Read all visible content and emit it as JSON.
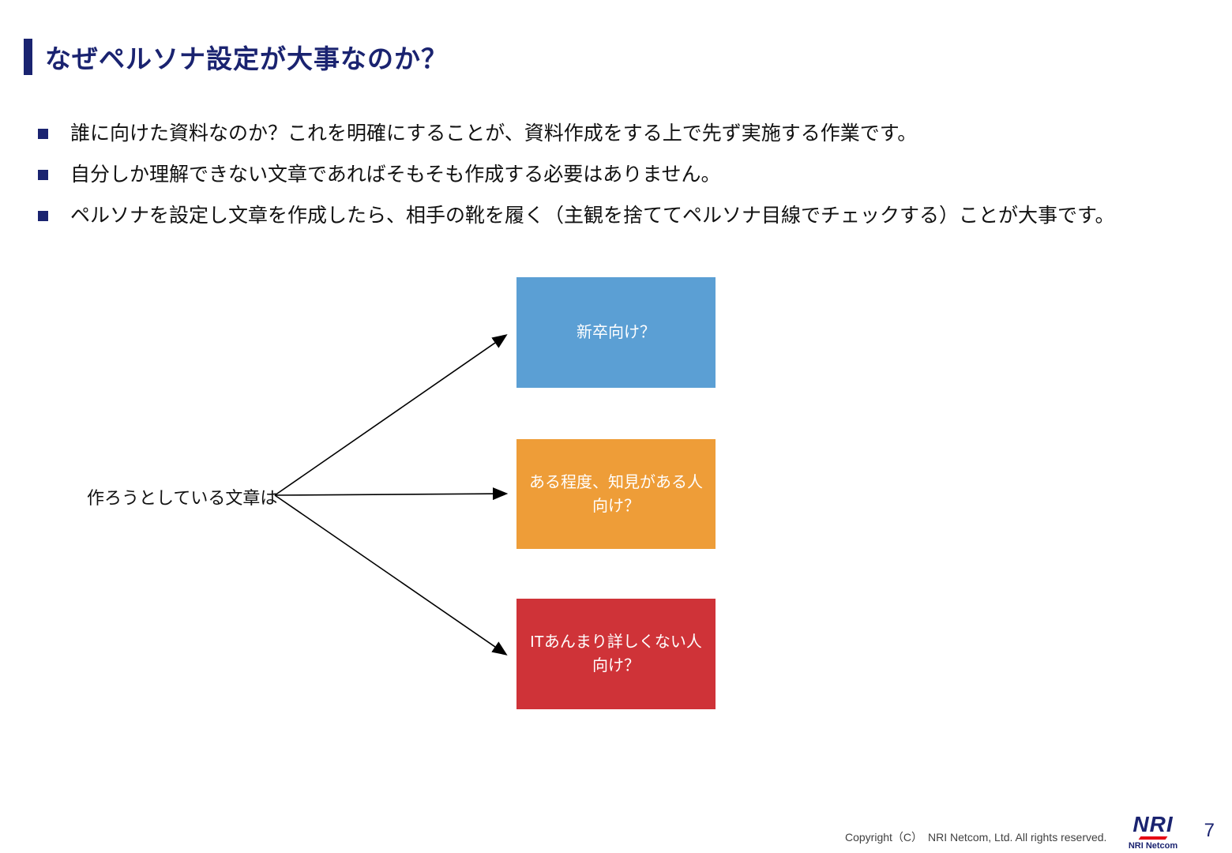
{
  "slide": {
    "title": "なぜペルソナ設定が大事なのか？",
    "bullets": [
      {
        "text": "誰に向けた資料なのか？これを明確にすることが、資料作成をする上で先ず実施する作業です。"
      },
      {
        "text": "自分しか理解できない文章であればそもそも作成する必要はありません。"
      },
      {
        "text": "ペルソナを設定し文章を作成したら、相手の靴を履く（主観を捨ててペルソナ目線でチェックする）ことが大事です。"
      }
    ],
    "diagram": {
      "source_label": "作ろうとしている文章は",
      "targets": [
        {
          "label": "新卒向け？",
          "color": "#5b9fd4"
        },
        {
          "label": "ある程度、知見がある人\n向け？",
          "color": "#ee9d38"
        },
        {
          "label": "ITあんまり詳しくない人\n向け？",
          "color": "#cf3338"
        }
      ]
    },
    "footer": {
      "copyright": "Copyright（C）　NRI Netcom, Ltd. All rights reserved.",
      "page_number": "7",
      "logo_text": "NRI",
      "logo_subtext": "NRI Netcom"
    },
    "colors": {
      "accent_navy": "#1a2370",
      "box_blue": "#5b9fd4",
      "box_orange": "#ee9d38",
      "box_red": "#cf3338",
      "logo_red": "#e60012",
      "arrow_black": "#000000"
    }
  }
}
